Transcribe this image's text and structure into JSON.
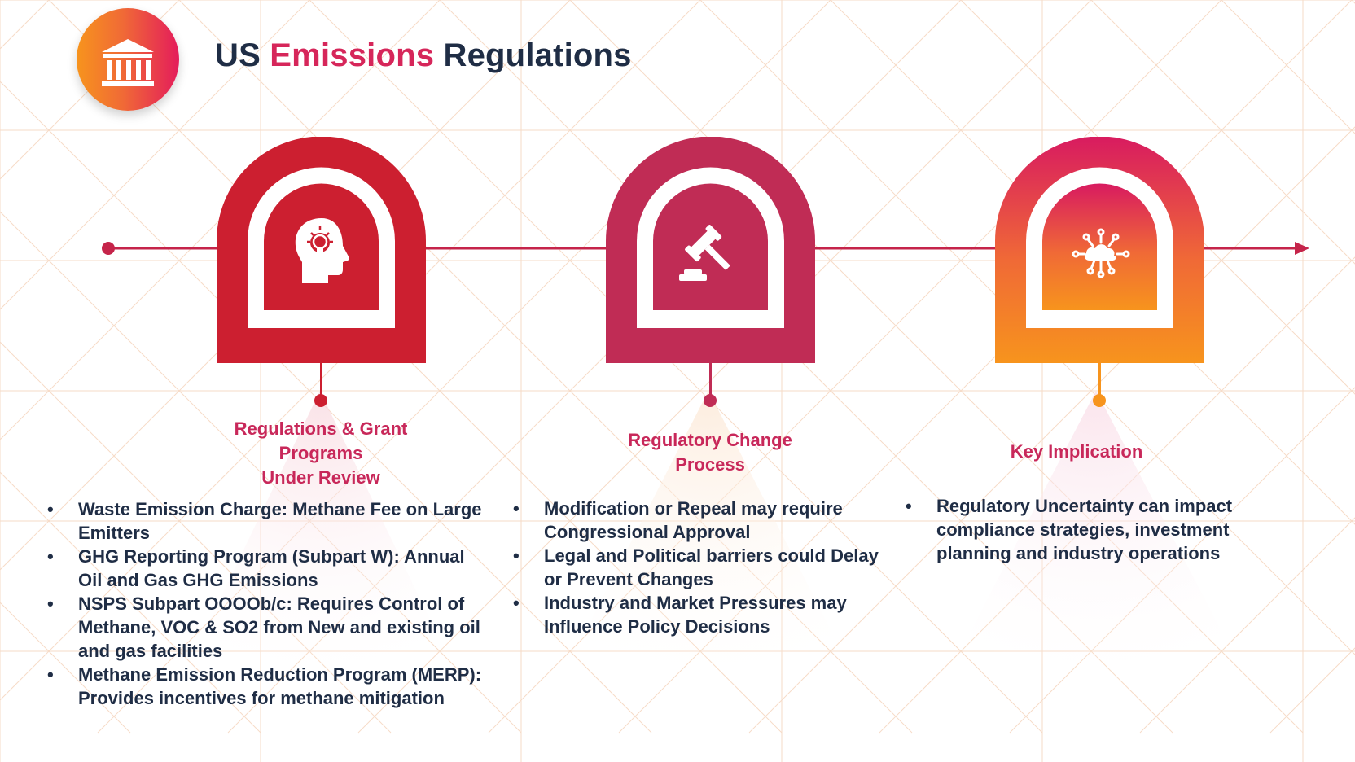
{
  "header": {
    "title_part1": "US",
    "title_accent": "Emissions",
    "title_part2": "Regulations",
    "logo_icon": "government-building-icon"
  },
  "colors": {
    "red": "#cc1f30",
    "crimson": "#c02c55",
    "orange": "#f7941d",
    "magenta": "#d81b60",
    "navy": "#1f2d45",
    "heading": "#c8285a"
  },
  "columns": [
    {
      "icon": "lightbulb-head-icon",
      "heading_lines": [
        "Regulations & Grant",
        "Programs",
        "Under Review"
      ],
      "items": [
        "Waste Emission Charge: Methane Fee on Large Emitters",
        "GHG Reporting Program (Subpart W): Annual Oil and Gas GHG Emissions",
        "NSPS Subpart OOOOb/c: Requires Control of Methane, VOC & SO2 from New and existing oil and gas facilities",
        "Methane Emission Reduction Program (MERP): Provides incentives for methane mitigation"
      ]
    },
    {
      "icon": "gavel-icon",
      "heading_lines": [
        "Regulatory Change",
        "Process"
      ],
      "items": [
        "Modification or Repeal may require Congressional Approval",
        "Legal and Political barriers could Delay or Prevent Changes",
        "Industry and Market Pressures may Influence Policy Decisions"
      ]
    },
    {
      "icon": "cloud-network-icon",
      "heading_lines": [
        "Key Implication"
      ],
      "items": [
        "Regulatory Uncertainty can impact compliance strategies, investment planning and industry operations"
      ]
    }
  ]
}
